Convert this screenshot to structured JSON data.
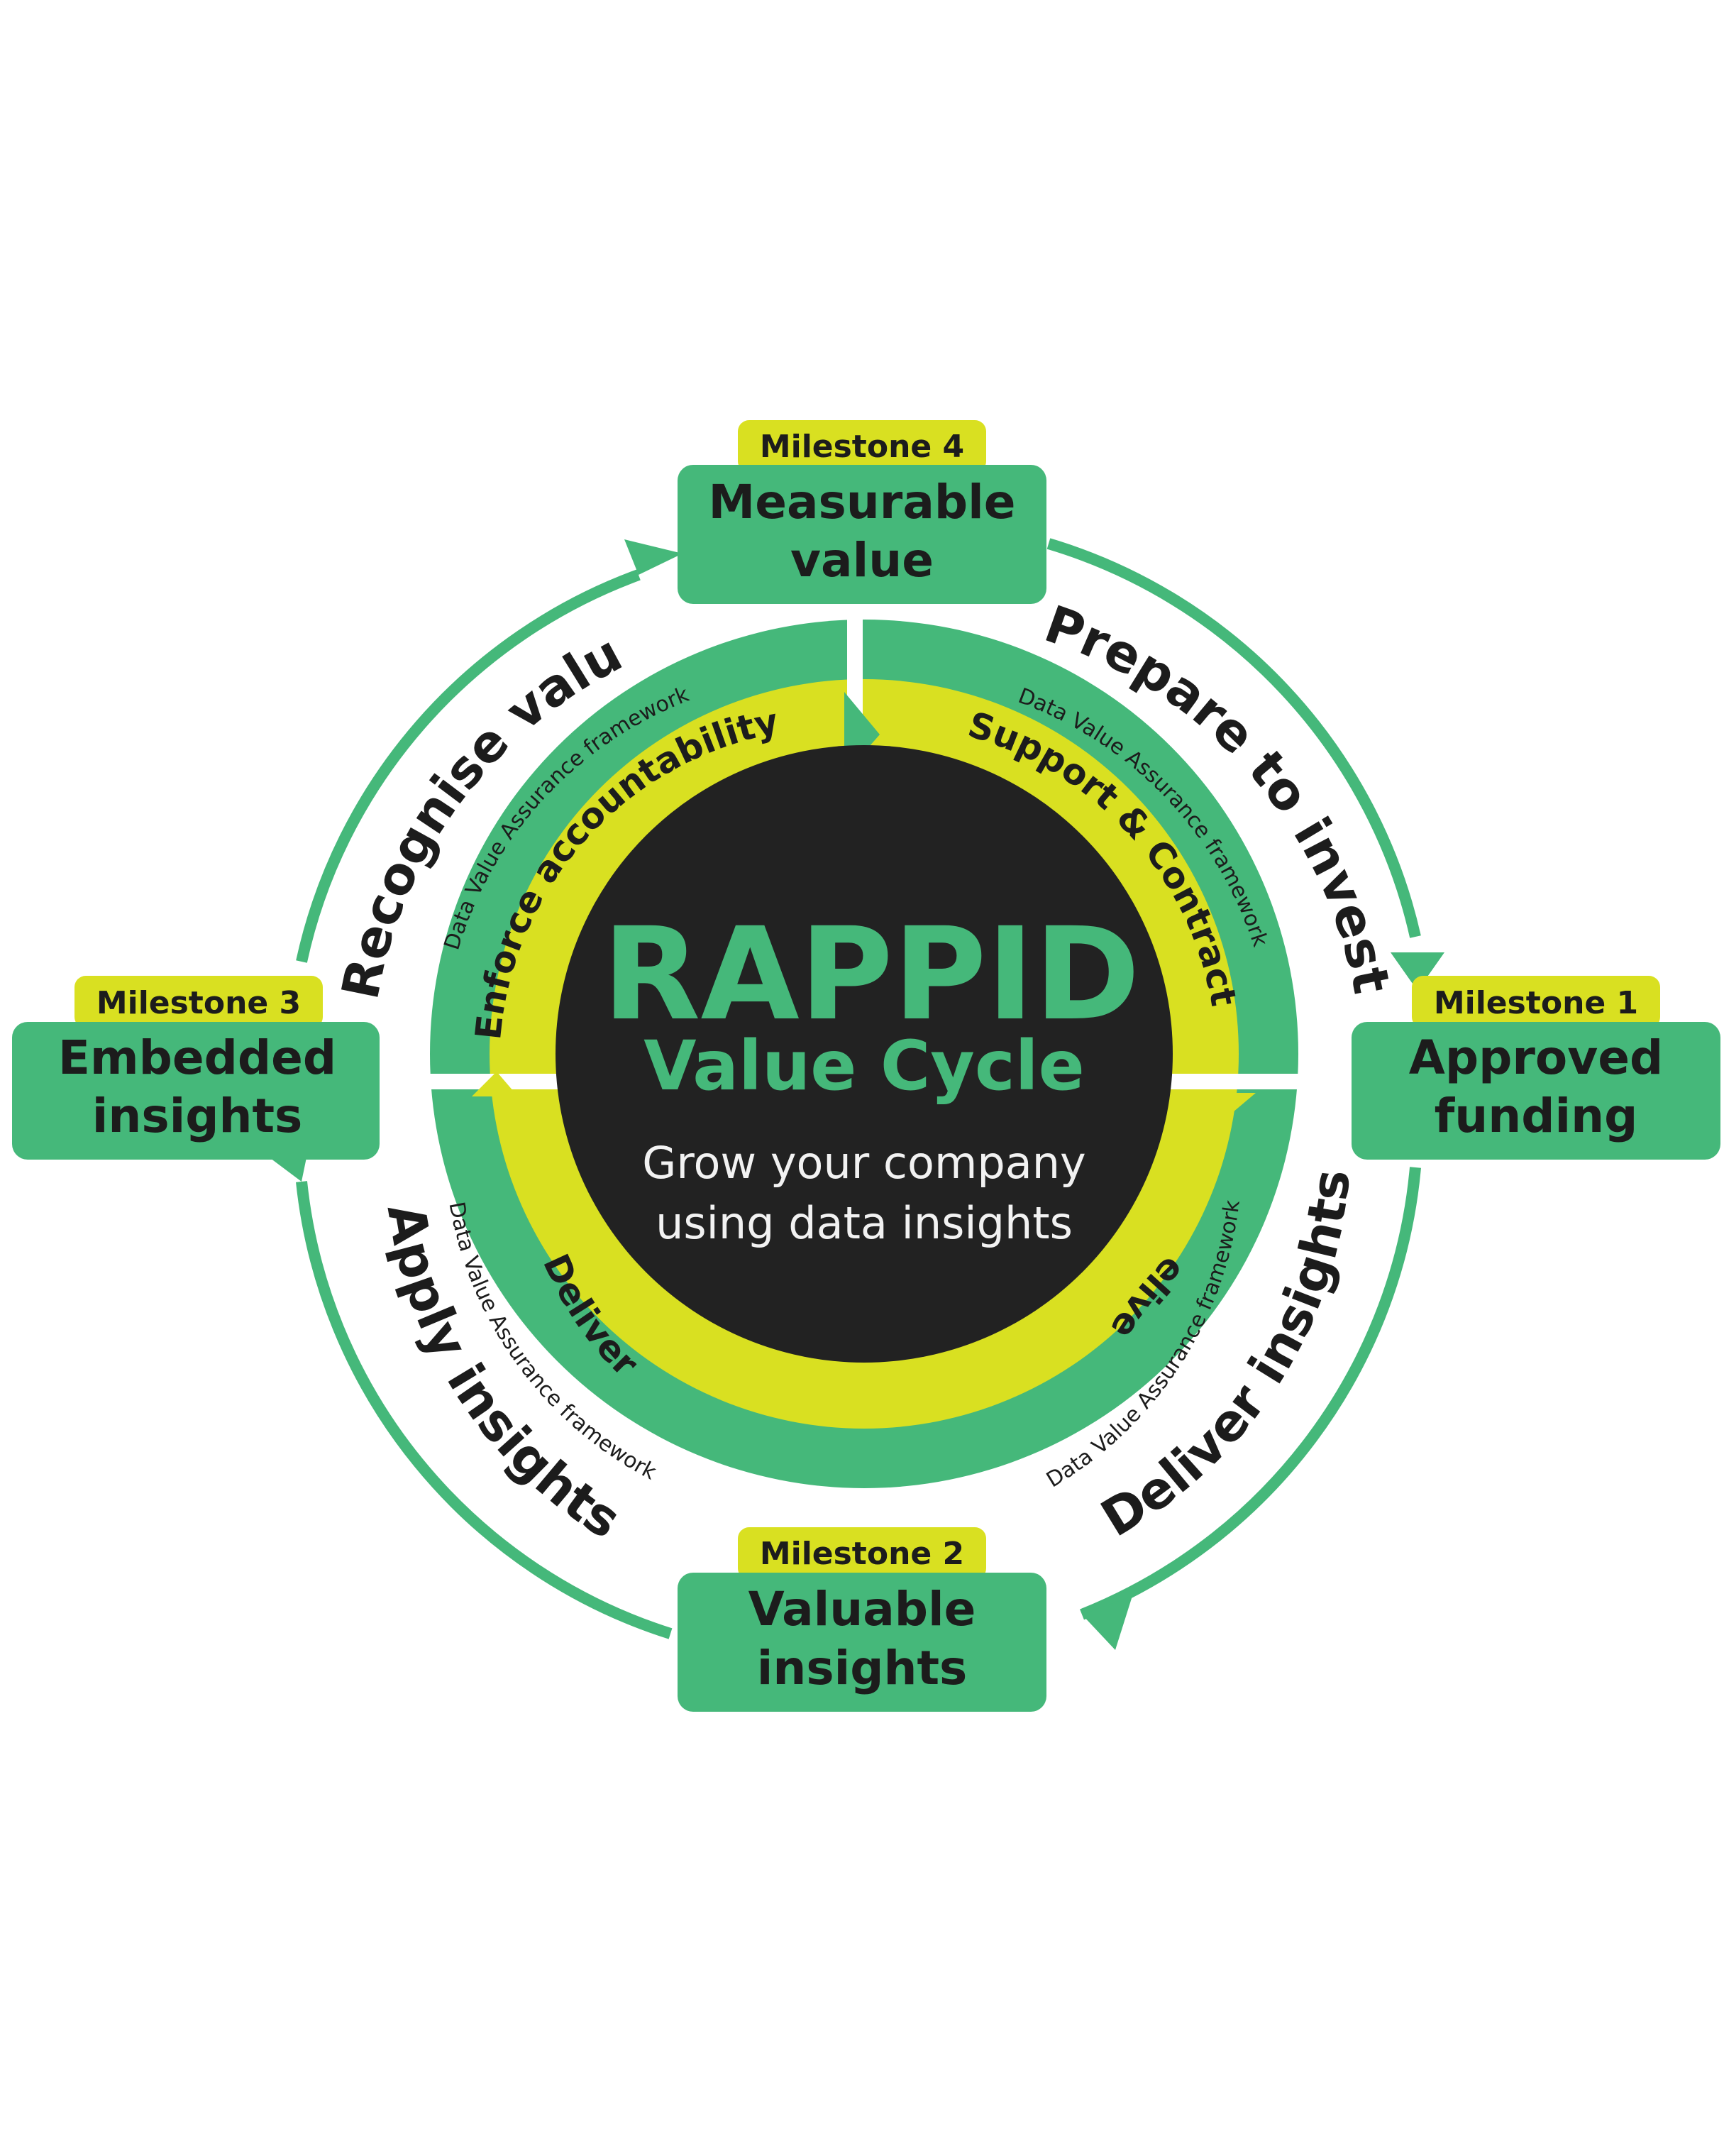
{
  "colors": {
    "green": "#45b87a",
    "lime": "#d9e021",
    "dark": "#222222",
    "text": "#1c1c1c"
  },
  "center": {
    "title": "RAPPID",
    "subtitle": "Value Cycle",
    "tagline_line1": "Grow your company",
    "tagline_line2": "using data insights"
  },
  "milestones": [
    {
      "tab": "Milestone 4",
      "line1": "Measurable",
      "line2": "value"
    },
    {
      "tab": "Milestone 1",
      "line1": "Approved",
      "line2": "funding"
    },
    {
      "tab": "Milestone 2",
      "line1": "Valuable",
      "line2": "insights"
    },
    {
      "tab": "Milestone 3",
      "line1": "Embedded",
      "line2": "insights"
    }
  ],
  "outer_steps": {
    "top_right": "Prepare to invest",
    "bottom_right": "Deliver insights",
    "bottom_left": "Apply insights",
    "top_left": "Recognise value"
  },
  "inner_steps": {
    "top_right": "Support & Contract",
    "bottom_right": "Deliver",
    "bottom_left": "Deliver",
    "top_left": "Enforce accountability"
  },
  "framework_label": "Data Value Assurance framework"
}
